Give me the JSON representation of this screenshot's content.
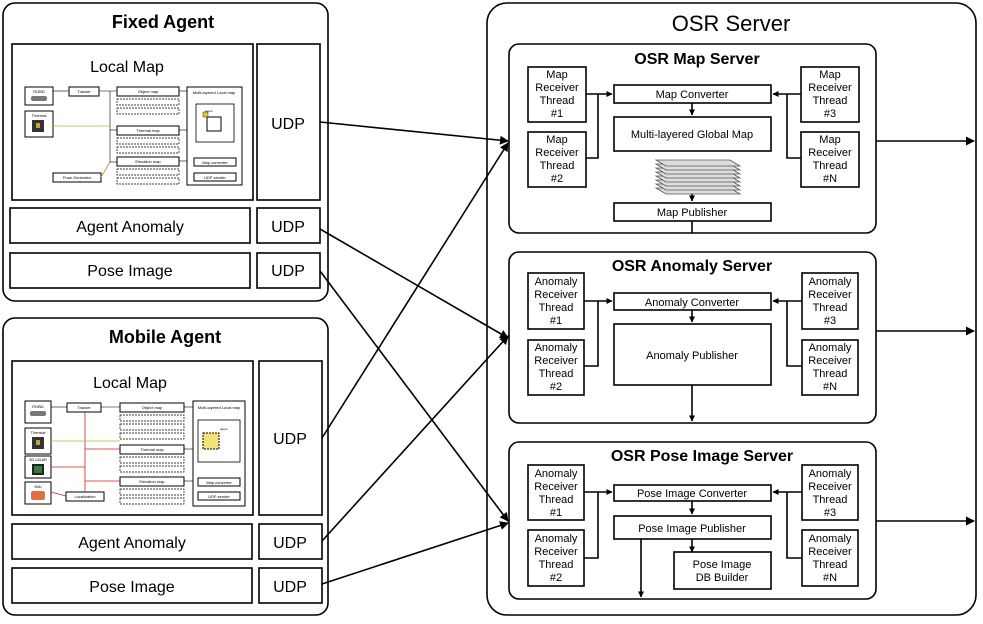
{
  "fixed_agent": {
    "title": "Fixed Agent",
    "local_map": {
      "title": "Local Map",
      "sensors": [
        "RGBD",
        "Thermal"
      ],
      "tracker": "Tracker",
      "pose_generator": "Pose Generator",
      "maps": [
        "Object map",
        "Thermal map",
        "Elevation map"
      ],
      "multilayer": "Multi-layered Local map",
      "agent": "agent",
      "map_converter": "Map converter",
      "udp_sender": "UDP sender"
    },
    "rows": [
      {
        "label": "Agent Anomaly",
        "udp": "UDP"
      },
      {
        "label": "Pose Image",
        "udp": "UDP"
      }
    ],
    "udp": "UDP"
  },
  "mobile_agent": {
    "title": "Mobile Agent",
    "local_map": {
      "title": "Local Map",
      "sensors": [
        "RGBD",
        "Thermal",
        "3D LiDAR",
        "IMU"
      ],
      "tracker": "Tracker",
      "localization": "Localization",
      "maps": [
        "Object map",
        "Thermal map",
        "Elevation map"
      ],
      "multilayer": "Multi-layered Local map",
      "agent": "agent",
      "map_converter": "Map converter",
      "udp_sender": "UDP sender"
    },
    "rows": [
      {
        "label": "Agent Anomaly",
        "udp": "UDP"
      },
      {
        "label": "Pose Image",
        "udp": "UDP"
      }
    ],
    "udp": "UDP"
  },
  "osr_server": {
    "title": "OSR Server",
    "map_server": {
      "title": "OSR Map Server",
      "receivers": [
        "Map\nReceiver\nThread\n#1",
        "Map\nReceiver\nThread\n#2",
        "Map\nReceiver\nThread\n#3",
        "Map\nReceiver\nThread\n#N"
      ],
      "converter": "Map Converter",
      "global_map": "Multi-layered Global Map",
      "publisher": "Map Publisher"
    },
    "anomaly_server": {
      "title": "OSR Anomaly Server",
      "receivers": [
        "Anomaly\nReceiver\nThread\n#1",
        "Anomaly\nReceiver\nThread\n#2",
        "Anomaly\nReceiver\nThread\n#3",
        "Anomaly\nReceiver\nThread\n#N"
      ],
      "converter": "Anomaly Converter",
      "publisher": "Anomaly Publisher"
    },
    "pose_server": {
      "title": "OSR Pose Image Server",
      "receivers": [
        "Anomaly\nReceiver\nThread\n#1",
        "Anomaly\nReceiver\nThread\n#2",
        "Anomaly\nReceiver\nThread\n#3",
        "Anomaly\nReceiver\nThread\n#N"
      ],
      "converter": "Pose Image Converter",
      "publisher": "Pose Image Publisher",
      "db_builder": "Pose Image\nDB Builder"
    }
  }
}
